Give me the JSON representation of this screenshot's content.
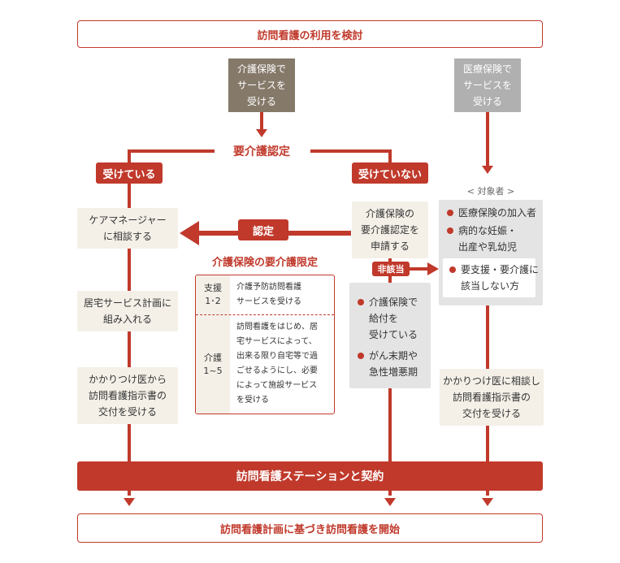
{
  "top_title": "訪問看護の利用を検討",
  "care_insurance_box": "介護保険で\nサービスを\n受ける",
  "medical_insurance_box": "医療保険で\nサービスを\n受ける",
  "certification_label": "要介護認定",
  "received_label": "受けている",
  "not_received_label": "受けていない",
  "care_manager_box": "ケアマネージャー\nに相談する",
  "certified_label": "認定",
  "apply_box": "介護保険の\n要介護認定を\n申請する",
  "not_applicable_label": "非該当",
  "care_plan_box": "居宅サービス計画に\n組み入れる",
  "family_doctor_box_left": "かかりつけ医から\n訪問看護指示書の\n交付を受ける",
  "limit_table": {
    "title": "介護保険の要介護限定",
    "rows": [
      {
        "level": "支援\n1･2",
        "desc": "介護予防訪問看護\nサービスを受ける"
      },
      {
        "level": "介護\n1~5",
        "desc": "訪問看護をはじめ、居\n宅サービスによって、\n出来る限り自宅等で過\nごせるようにし、必要\nによって施設サービス\nを受ける"
      }
    ]
  },
  "target_label": "< 対象者 >",
  "target_items": [
    "医療保険の加入者",
    "病的な妊娠・\n出産や乳幼児"
  ],
  "target_sub_item": "要支援・要介護に\n該当しない方",
  "middle_panel_items": [
    "介護保険で\n給付を\n受けている",
    "がん末期や\n急性増悪期"
  ],
  "family_doctor_box_right": "かかりつけ医に相談し\n訪問看護指示書の\n交付を受ける",
  "contract_banner": "訪問看護ステーションと契約",
  "start_box": "訪問看護計画に基づき訪問看護を開始"
}
